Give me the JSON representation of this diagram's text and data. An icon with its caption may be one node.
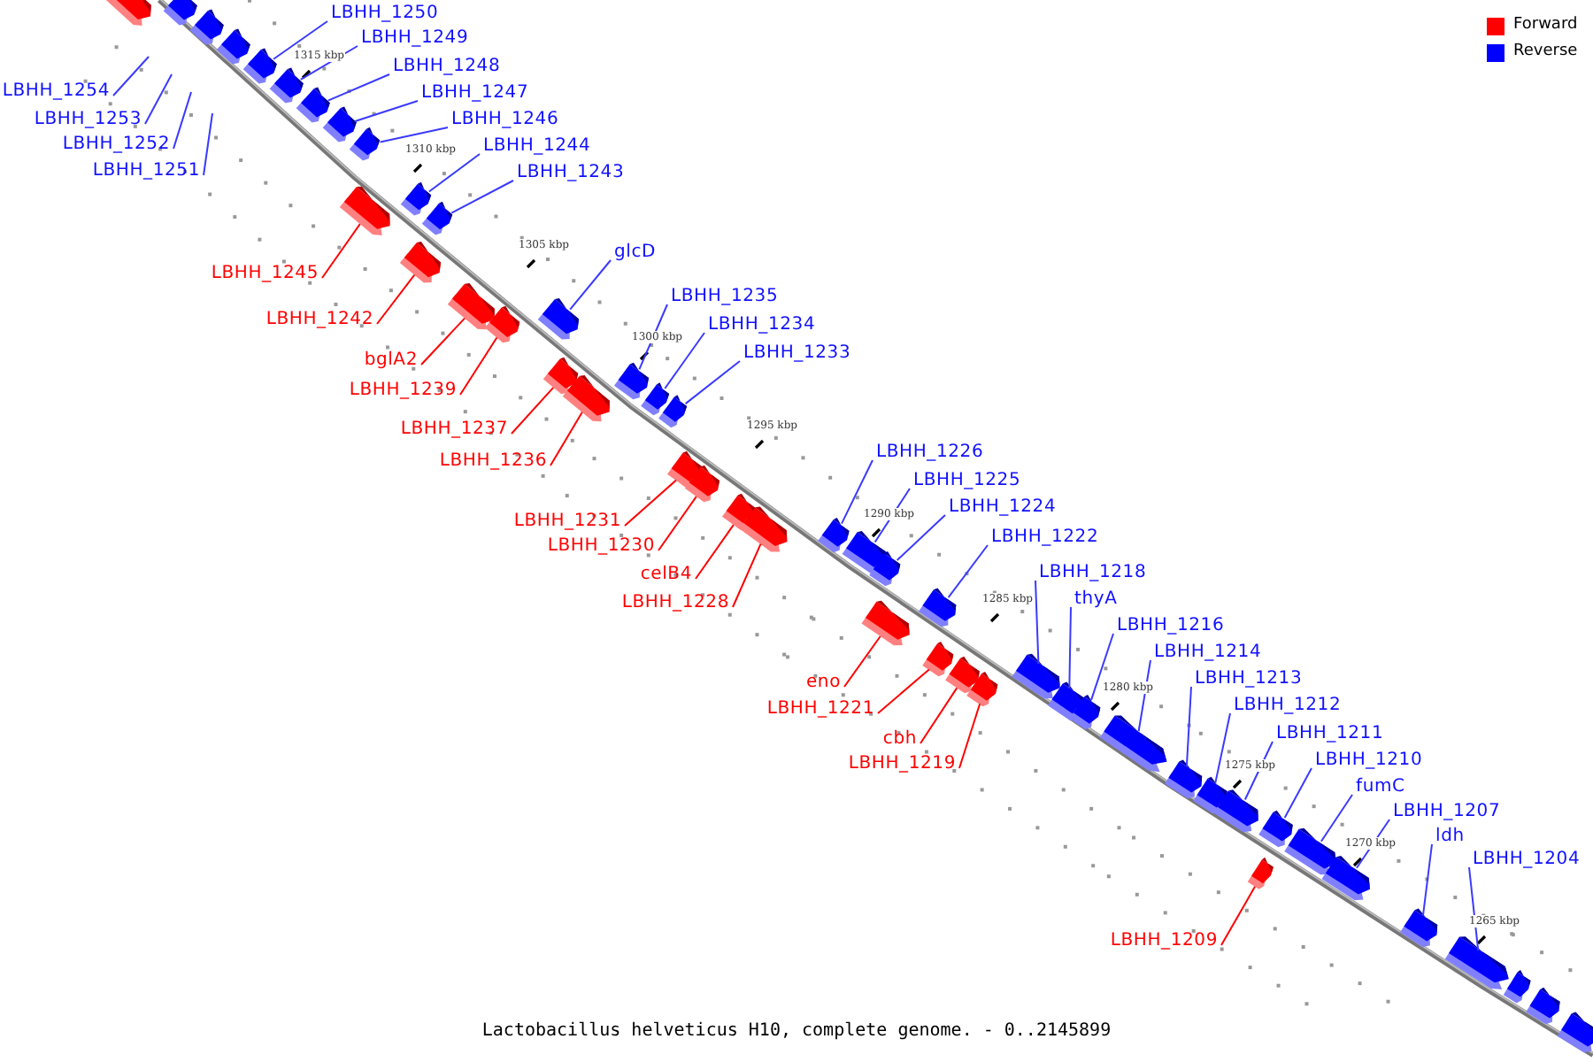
{
  "diagram": {
    "caption": "Lactobacillus helveticus H10, complete genome. - 0..2145899",
    "nodes": [
      {
        "text": [
          "LBHH_1250"
        ]
      },
      {
        "text": [],
        "shape": "box"
      },
      {
        "text": [
          "LBHH_1249"
        ]
      },
      {
        "text": [],
        "shape": "box"
      },
      {
        "text": [
          "LBHH_1248"
        ]
      },
      {
        "text": [],
        "shape": "box"
      },
      {
        "text": [
          "LBHH_1254"
        ]
      },
      {
        "text": [
          "LBHH_1247"
        ]
      },
      {
        "text": [],
        "shape": "box"
      },
      {
        "text": [
          "LBHH_1253"
        ]
      },
      {
        "text": [
          "LBHH_1246"
        ]
      },
      {
        "text": [],
        "shape": "box"
      },
      {
        "text": [
          "LBHH_1252"
        ]
      },
      {
        "text": [
          "LBHH_1244"
        ]
      },
      {
        "text": [],
        "shape": "box"
      },
      {
        "text": [
          "LBHH_1251"
        ]
      },
      {
        "text": [
          "LBHH_1243"
        ]
      },
      {
        "text": [],
        "shape": "box"
      },
      {
        "text": [
          "glcD"
        ]
      },
      {
        "text": [],
        "shape": "box"
      },
      {
        "text": [
          "LBHH_1245"
        ]
      },
      {
        "text": [],
        "shape": "box"
      },
      {
        "text": [
          "LBHH_1235"
        ]
      },
      {
        "text": [],
        "shape": "box"
      },
      {
        "text": [
          "LBHH_1242"
        ]
      },
      {
        "text": [],
        "shape": "box"
      },
      {
        "text": [
          "LBHH_1234"
        ]
      },
      {
        "text": [],
        "shape": "box"
      },
      {
        "text": [
          "LBHH_1233"
        ]
      },
      {
        "text": [],
        "shape": "box"
      },
      {
        "text": [
          "bglA2"
        ]
      },
      {
        "text": [],
        "shape": "box"
      },
      {
        "text": [
          "LBHH_1239"
        ]
      },
      {
        "text": [],
        "shape": "box"
      },
      {
        "text": [
          "LBHH_1237"
        ]
      },
      {
        "text": [],
        "shape": "box"
      },
      {
        "text": [
          "LBHH_1226"
        ]
      },
      {
        "text": [],
        "shape": "box"
      },
      {
        "text": [
          "LBHH_1236"
        ]
      },
      {
        "text": [],
        "shape": "box"
      },
      {
        "text": [
          "LBHH_1225"
        ]
      },
      {
        "text": [],
        "shape": "box"
      },
      {
        "text": [
          "LBHH_1224"
        ]
      },
      {
        "text": [],
        "shape": "box"
      },
      {
        "text": [
          "LBHH_1231"
        ]
      },
      {
        "text": [],
        "shape": "box"
      },
      {
        "text": [
          "LBHH_1222"
        ]
      },
      {
        "text": [],
        "shape": "box"
      },
      {
        "text": [
          "LBHH_1230"
        ]
      },
      {
        "text": [],
        "shape": "box"
      },
      {
        "text": [
          "LBHH_1218"
        ]
      },
      {
        "text": [],
        "shape": "box"
      },
      {
        "text": [
          "celB4"
        ]
      },
      {
        "text": [],
        "shape": "box"
      },
      {
        "text": [
          "thyA"
        ]
      },
      {
        "text": [],
        "shape": "box"
      },
      {
        "text": [
          "LBHH_1228"
        ]
      },
      {
        "text": [],
        "shape": "box"
      },
      {
        "text": [
          "LBHH_1216"
        ]
      },
      {
        "text": [],
        "shape": "box"
      },
      {
        "text": [
          "LBHH_1214"
        ]
      },
      {
        "text": [],
        "shape": "box"
      },
      {
        "text": [
          "LBHH_1213"
        ]
      },
      {
        "text": [],
        "shape": "box"
      },
      {
        "text": [
          "eno"
        ]
      },
      {
        "text": [],
        "shape": "box"
      },
      {
        "text": [
          "LBHH_1212"
        ]
      },
      {
        "text": [],
        "shape": "box"
      },
      {
        "text": [
          "LBHH_1221"
        ]
      },
      {
        "text": [],
        "shape": "box"
      },
      {
        "text": [
          "LBHH_1211"
        ]
      },
      {
        "text": [],
        "shape": "box"
      },
      {
        "text": [
          "cbh"
        ]
      },
      {
        "text": [],
        "shape": "box"
      },
      {
        "text": [
          "LBHH_1219"
        ]
      },
      {
        "text": [],
        "shape": "box"
      },
      {
        "text": [
          "LBHH_1210"
        ]
      },
      {
        "text": [],
        "shape": "box"
      },
      {
        "text": [
          "fumC"
        ]
      },
      {
        "text": [],
        "shape": "box"
      },
      {
        "text": [
          "LBHH_1207"
        ]
      },
      {
        "text": [],
        "shape": "box"
      },
      {
        "text": [
          "ldh"
        ]
      },
      {
        "text": [],
        "shape": "box"
      },
      {
        "text": [
          "LBHH_1209"
        ]
      },
      {
        "text": [],
        "shape": "box"
      },
      {
        "text": [
          "LBHH_1204"
        ]
      },
      {
        "text": [],
        "shape": "box"
      },
      {
        "text": [],
        "shape": "box"
      },
      {
        "text": [],
        "shape": "box"
      },
      {
        "text": [],
        "shape": "box"
      },
      {
        "text": [],
        "shape": "box"
      },
      {
        "text": [],
        "shape": "box"
      },
      {
        "text": [],
        "shape": "box"
      },
      {
        "text": [],
        "shape": "box"
      }
    ],
    "edges": [
      {
        "from": 0,
        "to": 1,
        "arrow": "none"
      },
      {
        "from": 2,
        "to": 3,
        "arrow": "none"
      },
      {
        "from": 4,
        "to": 5,
        "arrow": "none"
      },
      {
        "from": 6,
        "to": null,
        "arrow": "none"
      },
      {
        "from": 7,
        "to": 8,
        "arrow": "none"
      },
      {
        "from": 9,
        "to": null,
        "arrow": "none"
      },
      {
        "from": 10,
        "to": 11,
        "arrow": "none"
      },
      {
        "from": 12,
        "to": null,
        "arrow": "none"
      },
      {
        "from": 13,
        "to": 14,
        "arrow": "none"
      },
      {
        "from": 15,
        "to": null,
        "arrow": "none"
      },
      {
        "from": 16,
        "to": 17,
        "arrow": "none"
      },
      {
        "from": 18,
        "to": 19,
        "arrow": "none"
      },
      {
        "from": 20,
        "to": 21,
        "arrow": "none",
        "color": "#ff0000"
      },
      {
        "from": 22,
        "to": 23,
        "arrow": "none"
      },
      {
        "from": 24,
        "to": 25,
        "arrow": "none",
        "color": "#ff0000"
      },
      {
        "from": 26,
        "to": 27,
        "arrow": "none"
      },
      {
        "from": 28,
        "to": 29,
        "arrow": "none"
      },
      {
        "from": 30,
        "to": 31,
        "arrow": "none",
        "color": "#ff0000"
      },
      {
        "from": 32,
        "to": 33,
        "arrow": "none",
        "color": "#ff0000"
      },
      {
        "from": 34,
        "to": 35,
        "arrow": "none",
        "color": "#ff0000"
      },
      {
        "from": 36,
        "to": 37,
        "arrow": "none"
      },
      {
        "from": 38,
        "to": 39,
        "arrow": "none",
        "color": "#ff0000"
      },
      {
        "from": 40,
        "to": 41,
        "arrow": "none"
      },
      {
        "from": 42,
        "to": 43,
        "arrow": "none"
      },
      {
        "from": 44,
        "to": 45,
        "arrow": "none",
        "color": "#ff0000"
      },
      {
        "from": 46,
        "to": 47,
        "arrow": "none"
      },
      {
        "from": 48,
        "to": 49,
        "arrow": "none",
        "color": "#ff0000"
      },
      {
        "from": 50,
        "to": 51,
        "arrow": "none"
      },
      {
        "from": 52,
        "to": 53,
        "arrow": "none",
        "color": "#ff0000"
      },
      {
        "from": 54,
        "to": 55,
        "arrow": "none"
      },
      {
        "from": 56,
        "to": 57,
        "arrow": "none",
        "color": "#ff0000"
      },
      {
        "from": 58,
        "to": 59,
        "arrow": "none"
      },
      {
        "from": 60,
        "to": 61,
        "arrow": "none"
      },
      {
        "from": 62,
        "to": 63,
        "arrow": "none"
      },
      {
        "from": 64,
        "to": 65,
        "arrow": "none",
        "color": "#ff0000"
      },
      {
        "from": 66,
        "to": 67,
        "arrow": "none"
      },
      {
        "from": 68,
        "to": 69,
        "arrow": "none",
        "color": "#ff0000"
      },
      {
        "from": 70,
        "to": 71,
        "arrow": "none"
      },
      {
        "from": 72,
        "to": 73,
        "arrow": "none",
        "color": "#ff0000"
      },
      {
        "from": 74,
        "to": 75,
        "arrow": "none",
        "color": "#ff0000"
      },
      {
        "from": 76,
        "to": 77,
        "arrow": "none"
      },
      {
        "from": 78,
        "to": 79,
        "arrow": "none"
      },
      {
        "from": 80,
        "to": 81,
        "arrow": "none"
      },
      {
        "from": 82,
        "to": 83,
        "arrow": "none"
      },
      {
        "from": 84,
        "to": 85,
        "arrow": "none",
        "color": "#ff0000"
      },
      {
        "from": 86,
        "to": 87,
        "arrow": "none"
      }
    ],
    "labels": [
      "1315 kbp",
      "1310 kbp",
      "1305 kbp",
      "1300 kbp",
      "1295 kbp",
      "1290 kbp",
      "1285 kbp",
      "1280 kbp",
      "1275 kbp",
      "1270 kbp",
      "1265 kbp"
    ],
    "legend": [
      {
        "text": "Forward",
        "color": "#ff0000"
      },
      {
        "text": "Reverse",
        "color": "#0000ff"
      }
    ]
  }
}
